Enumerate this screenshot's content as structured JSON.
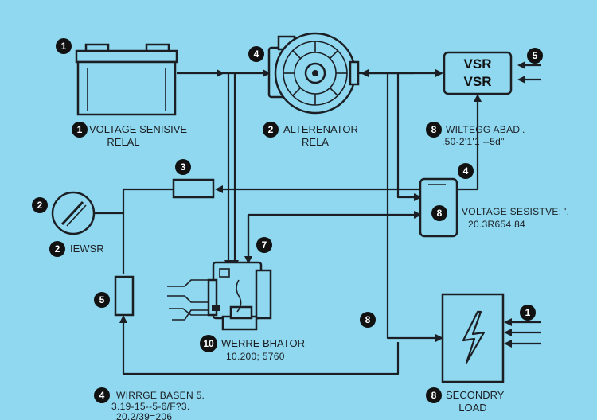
{
  "badges": {
    "battery": "1",
    "alternator": "4",
    "vsr_box": "5",
    "label_voltage_sensitive_relal": "1",
    "label_alternator_rela": "2",
    "label_wiltegg": "8",
    "fuse_resistor": "3",
    "relay_connector": "4",
    "switch": "2",
    "label_iewsr": "2",
    "resistor_left": "5",
    "relay_module_top": "7",
    "relay_module_label": "10",
    "wire_junction": "8",
    "load_input": "1",
    "label_wirrge": "4",
    "label_secondry": "8",
    "connector_box": "8"
  },
  "labels": {
    "voltage_sensitive_relal": [
      "VOLTAGE SENISIVE",
      "RELAL"
    ],
    "alternator_rela": [
      "ALTERENATOR",
      "RELA"
    ],
    "wiltegg": [
      "WILTEGG ABAD'.",
      ".50-2'1'1 --5d\""
    ],
    "iewsr": "IEWSR",
    "voltage_sesistve": [
      "VOLTAGE SESISTVE: '.",
      "20.3R654.84"
    ],
    "werre_bhator": [
      "WERRE BHATOR",
      "10.200; 5760"
    ],
    "wirrge_basen": [
      "WIRRGE BASEN 5.",
      "3.19-15--5-6/F?3.",
      "20.2/39=206"
    ],
    "secondry_load": [
      "SECONDRY",
      "LOAD"
    ]
  },
  "vsr_box": {
    "line1": "VSR",
    "line2": "VSR"
  },
  "colors": {
    "background": "#8fd8ef",
    "ink": "#1b1f24",
    "badge": "#111111"
  },
  "icons": [
    "battery-icon",
    "alternator-icon",
    "switch-icon",
    "resistor-icon",
    "relay-module-icon",
    "lightning-icon"
  ]
}
